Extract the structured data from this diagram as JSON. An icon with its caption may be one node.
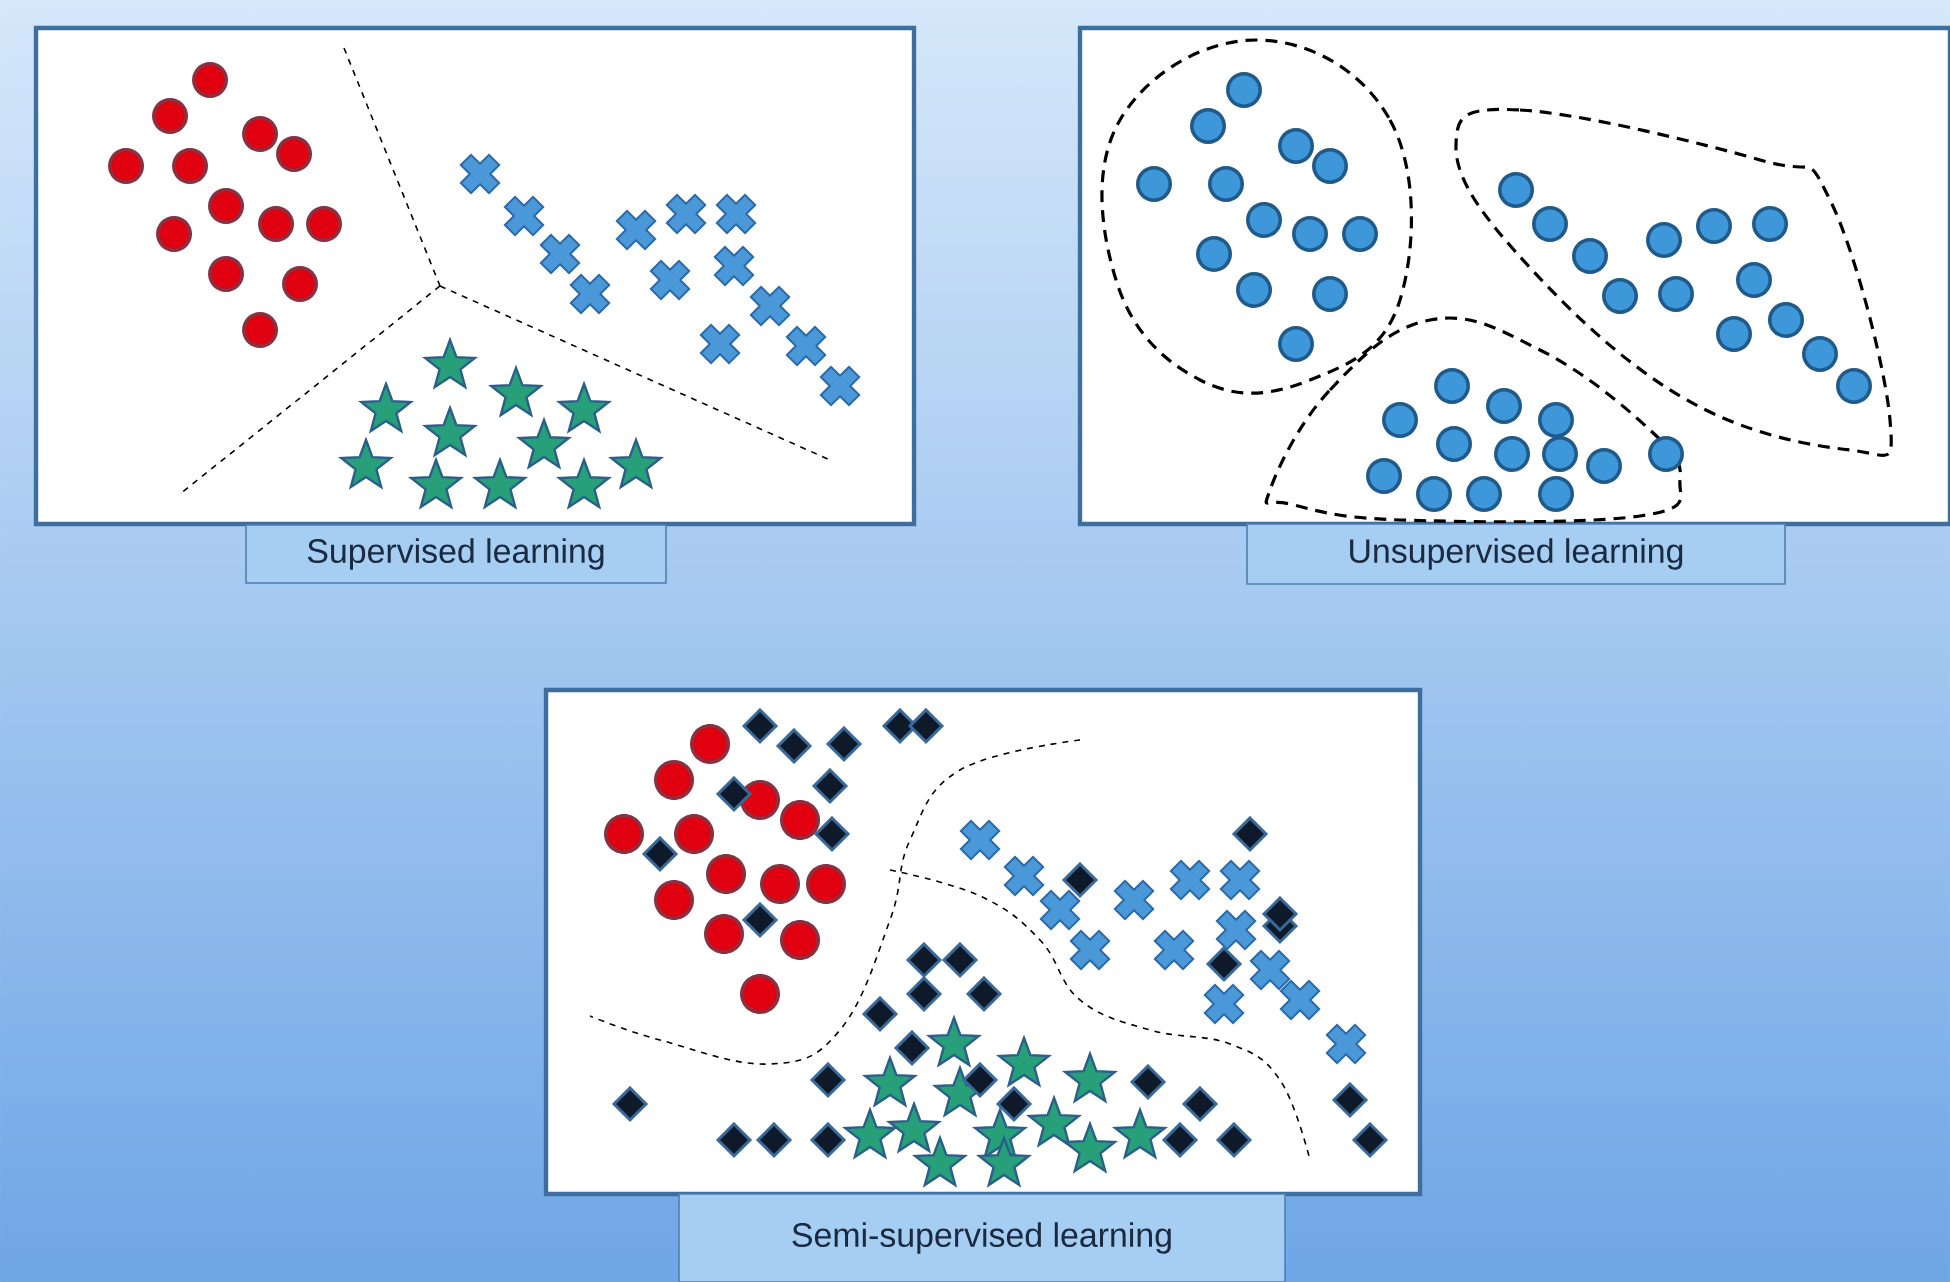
{
  "diagram": {
    "nodes": [
      {
        "text": [
          "Supervised learning"
        ]
      },
      {
        "text": [
          "Unsupervised learning"
        ]
      },
      {
        "text": [
          "Semi-supervised learning"
        ]
      }
    ]
  }
}
